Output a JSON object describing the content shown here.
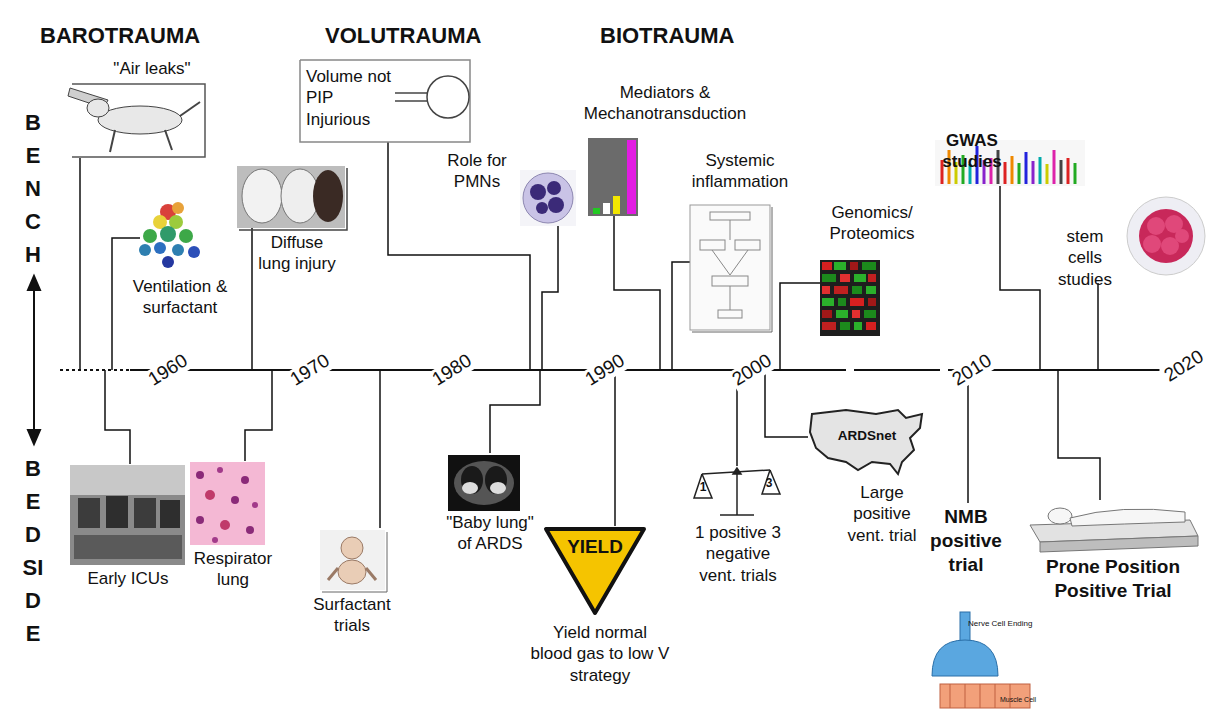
{
  "diagram": {
    "nodes": [
      {
        "text": [
          "YIELD"
        ]
      },
      {
        "text": [
          "ARDSnet"
        ]
      }
    ],
    "labels": [
      "BAROTRAUMA",
      "VOLUTRAUMA",
      "BIOTRAUMA",
      "BENCH",
      "BEDSIDE",
      "\"Air leaks\"",
      "Ventilation & surfactant",
      "Diffuse lung injury",
      "Volume not PIP Injurious",
      "Role for PMNs",
      "Mediators & Mechanotransduction",
      "Systemic inflammation",
      "Genomics/ Proteomics",
      "GWAS studies",
      "stem cells studies",
      "1960",
      "1970",
      "1980",
      "1990",
      "2000",
      "2010",
      "2020",
      "Early ICUs",
      "Respirator lung",
      "Surfactant trials",
      "\"Baby lung\" of ARDS",
      "Yield normal blood gas to low V strategy",
      "1 positive 3 negative vent. trials",
      "Large positive vent. trial",
      "NMB positive trial",
      "Prone Position Positive Trial",
      "1",
      "3",
      "Nerve Cell Ending",
      "Muscle Cell"
    ]
  }
}
